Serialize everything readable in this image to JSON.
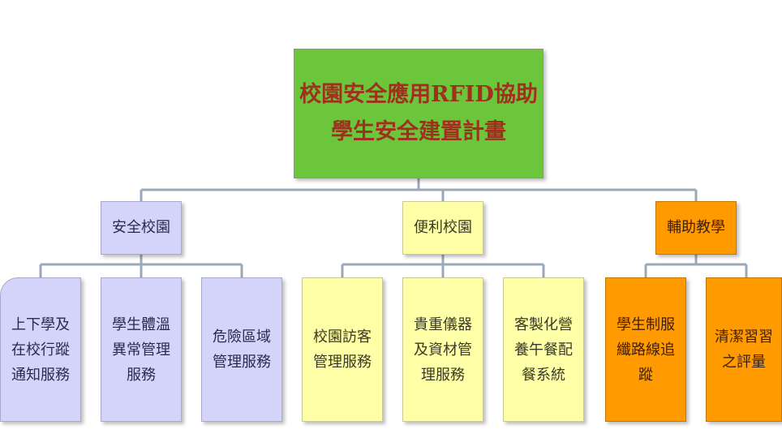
{
  "root": {
    "title": "校園安全應用RFID協助\n學生安全建置計畫",
    "color": "#6cc63c",
    "text_color": "#a0301e"
  },
  "categories": [
    {
      "label": "安全校園",
      "color": "#d4d4fa",
      "children": [
        "上下學及\n在校行蹤\n通知服務",
        "學生體溫\n異常管理\n服務",
        "危險區域\n管理服務"
      ]
    },
    {
      "label": "便利校園",
      "color": "#ffffa8",
      "children": [
        "校園訪客\n管理服務",
        "貴重儀器\n及資材管\n理服務",
        "客製化營\n養午餐配\n餐系統"
      ]
    },
    {
      "label": "輔助教學",
      "color": "#ff9a00",
      "children": [
        "學生制服\n纖路線追\n蹤",
        "清潔習習\n之評量"
      ]
    }
  ],
  "connector_color": "#9aa8b8"
}
